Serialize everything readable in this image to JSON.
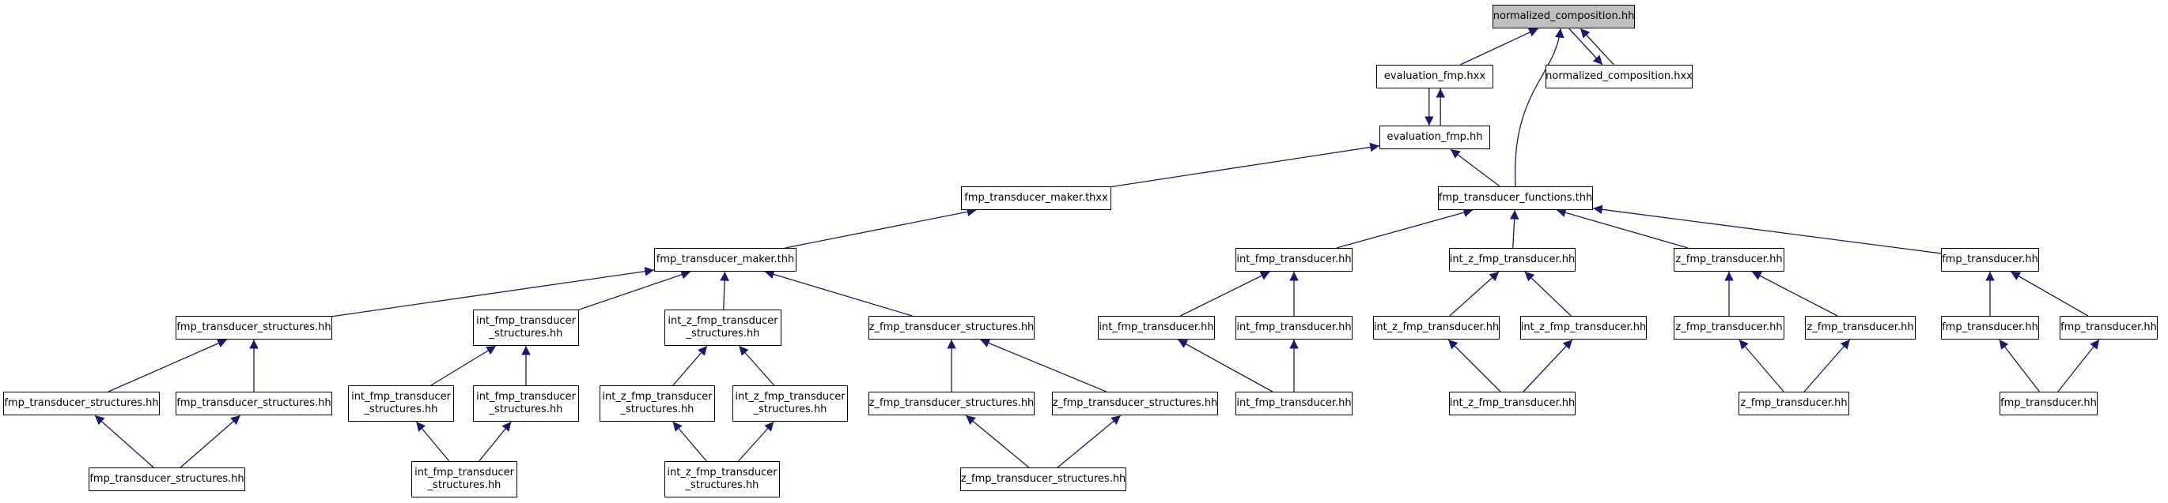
{
  "diagram": {
    "colors": {
      "edge": "#191970",
      "node_border": "#000000",
      "node_fill": "#ffffff",
      "root_fill": "#bfbfbf"
    },
    "nodes": [
      {
        "id": "n0",
        "label": "normalized_composition.hh"
      },
      {
        "id": "n1",
        "label": "evaluation_fmp.hxx"
      },
      {
        "id": "n2",
        "label": "normalized_composition.hxx"
      },
      {
        "id": "n3",
        "label": "evaluation_fmp.hh"
      },
      {
        "id": "n4",
        "label": "fmp_transducer_maker.thxx"
      },
      {
        "id": "n5",
        "label": "fmp_transducer_functions.thh"
      },
      {
        "id": "n6",
        "label": "fmp_transducer_maker.thh"
      },
      {
        "id": "n7",
        "label": "int_fmp_transducer.hh"
      },
      {
        "id": "n8",
        "label": "int_z_fmp_transducer.hh"
      },
      {
        "id": "n9",
        "label": "z_fmp_transducer.hh"
      },
      {
        "id": "n10",
        "label": "fmp_transducer.hh"
      },
      {
        "id": "n11",
        "label": "fmp_transducer_structures.hh"
      },
      {
        "id": "n12",
        "label": "int_fmp_transducer",
        "label2": "_structures.hh"
      },
      {
        "id": "n13",
        "label": "int_z_fmp_transducer",
        "label2": "_structures.hh"
      },
      {
        "id": "n14",
        "label": "z_fmp_transducer_structures.hh"
      },
      {
        "id": "n15",
        "label": "int_fmp_transducer.hh"
      },
      {
        "id": "n16",
        "label": "int_fmp_transducer.hh"
      },
      {
        "id": "n17",
        "label": "int_z_fmp_transducer.hh"
      },
      {
        "id": "n18",
        "label": "int_z_fmp_transducer.hh"
      },
      {
        "id": "n19",
        "label": "z_fmp_transducer.hh"
      },
      {
        "id": "n20",
        "label": "z_fmp_transducer.hh"
      },
      {
        "id": "n21",
        "label": "fmp_transducer.hh"
      },
      {
        "id": "n22",
        "label": "fmp_transducer.hh"
      },
      {
        "id": "n23",
        "label": "fmp_transducer_structures.hh"
      },
      {
        "id": "n24",
        "label": "fmp_transducer_structures.hh"
      },
      {
        "id": "n25",
        "label": "int_fmp_transducer",
        "label2": "_structures.hh"
      },
      {
        "id": "n26",
        "label": "int_fmp_transducer",
        "label2": "_structures.hh"
      },
      {
        "id": "n27",
        "label": "int_z_fmp_transducer",
        "label2": "_structures.hh"
      },
      {
        "id": "n28",
        "label": "int_z_fmp_transducer",
        "label2": "_structures.hh"
      },
      {
        "id": "n29",
        "label": "z_fmp_transducer_structures.hh"
      },
      {
        "id": "n30",
        "label": "z_fmp_transducer_structures.hh"
      },
      {
        "id": "n31",
        "label": "int_fmp_transducer.hh"
      },
      {
        "id": "n32",
        "label": "int_z_fmp_transducer.hh"
      },
      {
        "id": "n33",
        "label": "z_fmp_transducer.hh"
      },
      {
        "id": "n34",
        "label": "fmp_transducer.hh"
      },
      {
        "id": "n35",
        "label": "fmp_transducer_structures.hh"
      },
      {
        "id": "n36",
        "label": "int_fmp_transducer",
        "label2": "_structures.hh"
      },
      {
        "id": "n37",
        "label": "int_z_fmp_transducer",
        "label2": "_structures.hh"
      },
      {
        "id": "n38",
        "label": "z_fmp_transducer_structures.hh"
      }
    ],
    "edges": [
      [
        "n1",
        "n0"
      ],
      [
        "n2",
        "n0"
      ],
      [
        "n0",
        "n2"
      ],
      [
        "n3",
        "n1"
      ],
      [
        "n1",
        "n3"
      ],
      [
        "n5",
        "n0"
      ],
      [
        "n4",
        "n3"
      ],
      [
        "n5",
        "n3"
      ],
      [
        "n6",
        "n4"
      ],
      [
        "n7",
        "n5"
      ],
      [
        "n8",
        "n5"
      ],
      [
        "n9",
        "n5"
      ],
      [
        "n10",
        "n5"
      ],
      [
        "n11",
        "n6"
      ],
      [
        "n12",
        "n6"
      ],
      [
        "n13",
        "n6"
      ],
      [
        "n14",
        "n6"
      ],
      [
        "n15",
        "n7"
      ],
      [
        "n16",
        "n7"
      ],
      [
        "n17",
        "n8"
      ],
      [
        "n18",
        "n8"
      ],
      [
        "n19",
        "n9"
      ],
      [
        "n20",
        "n9"
      ],
      [
        "n21",
        "n10"
      ],
      [
        "n22",
        "n10"
      ],
      [
        "n23",
        "n11"
      ],
      [
        "n24",
        "n11"
      ],
      [
        "n25",
        "n12"
      ],
      [
        "n26",
        "n12"
      ],
      [
        "n27",
        "n13"
      ],
      [
        "n28",
        "n13"
      ],
      [
        "n29",
        "n14"
      ],
      [
        "n30",
        "n14"
      ],
      [
        "n31",
        "n15"
      ],
      [
        "n31",
        "n16"
      ],
      [
        "n32",
        "n17"
      ],
      [
        "n32",
        "n18"
      ],
      [
        "n33",
        "n19"
      ],
      [
        "n33",
        "n20"
      ],
      [
        "n34",
        "n21"
      ],
      [
        "n34",
        "n22"
      ],
      [
        "n35",
        "n23"
      ],
      [
        "n35",
        "n24"
      ],
      [
        "n36",
        "n25"
      ],
      [
        "n36",
        "n26"
      ],
      [
        "n37",
        "n27"
      ],
      [
        "n37",
        "n28"
      ],
      [
        "n38",
        "n29"
      ],
      [
        "n38",
        "n30"
      ]
    ]
  }
}
